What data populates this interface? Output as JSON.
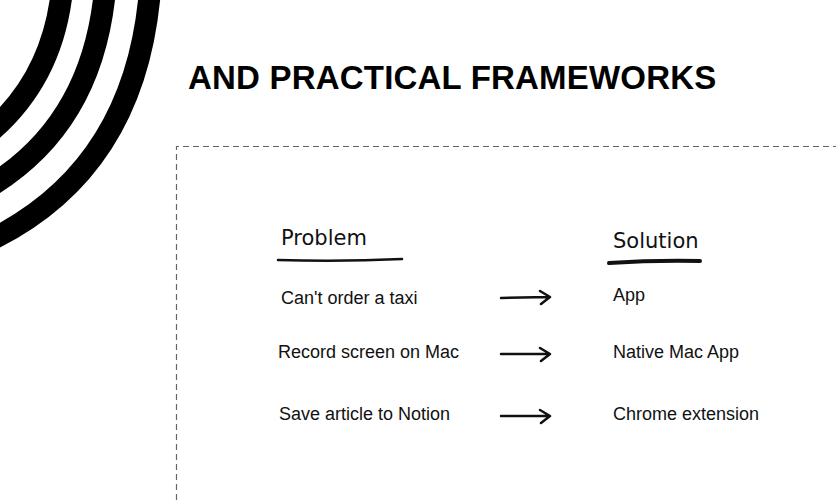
{
  "diagram": {
    "title": "AND PRACTICAL FRAMEWORKS",
    "labels": [
      "Problem",
      "Solution",
      "Can't order a taxi",
      "App",
      "Record screen on Mac",
      "Native Mac App",
      "Save article to Notion",
      "Chrome extension"
    ]
  }
}
